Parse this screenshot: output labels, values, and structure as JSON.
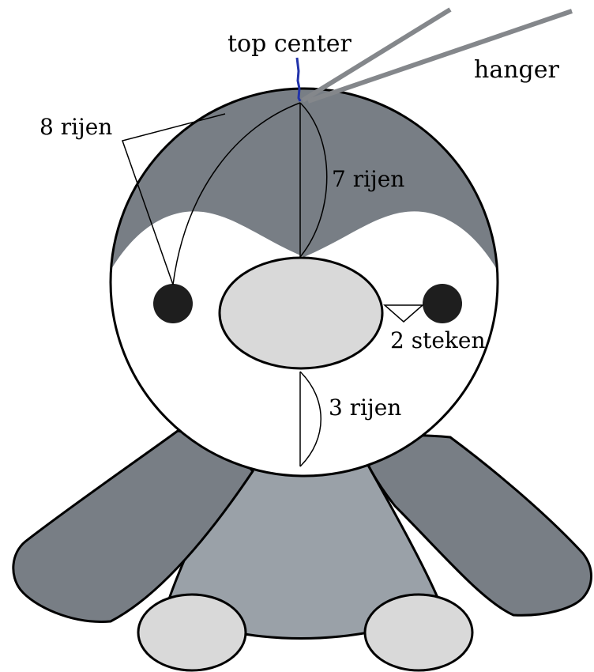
{
  "labels": {
    "top_center": "top center",
    "hanger": "hanger",
    "rows_8": "8 rijen",
    "rows_7": "7 rijen",
    "stitches_2": "2 steken",
    "rows_3": "3 rijen"
  },
  "colors": {
    "dark_gray": "#787e85",
    "body_gray": "#9aa1a8",
    "light_gray": "#d9d9d9",
    "white": "#ffffff",
    "black": "#1e1e1e",
    "hanger_line": "#84878b",
    "top_marker": "#2233aa"
  }
}
